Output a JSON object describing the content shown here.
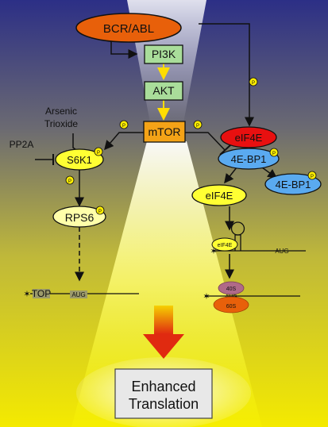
{
  "nodes": {
    "bcr_abl": "BCR/ABL",
    "pi3k": "PI3K",
    "akt": "AKT",
    "mtor": "mTOR",
    "arsenic_line1": "Arsenic",
    "arsenic_line2": "Trioxide",
    "pp2a": "PP2A",
    "s6k1": "S6K1",
    "rps6": "RPS6",
    "eif4e_red": "eIF4E",
    "four_e_bp1": "4E-BP1",
    "four_e_bp1_phos": "4E-BP1",
    "eif4e_yellow": "eIF4E",
    "eif4e_small": "eIF4E",
    "aug_right_top": "AUG",
    "top": "TOP",
    "aug_left": "AUG",
    "ribosome_40s": "40S",
    "ribosome_aug": "AUG",
    "ribosome_60s": "60S",
    "phospho_label": "P",
    "output_line1": "Enhanced",
    "output_line2": "Translation"
  },
  "colors": {
    "bcr_abl": "#e8600a",
    "kinase_box": "#a9dd9a",
    "mtor_box": "#f4a317",
    "yellow_node": "#ffff33",
    "pale_node": "#ffffaa",
    "blue_node": "#5aaaf0",
    "red_node": "#e81010",
    "arrow_yellow": "#ffdd00",
    "output_arrow": "#e02a10",
    "phospho": "#ffee00"
  }
}
